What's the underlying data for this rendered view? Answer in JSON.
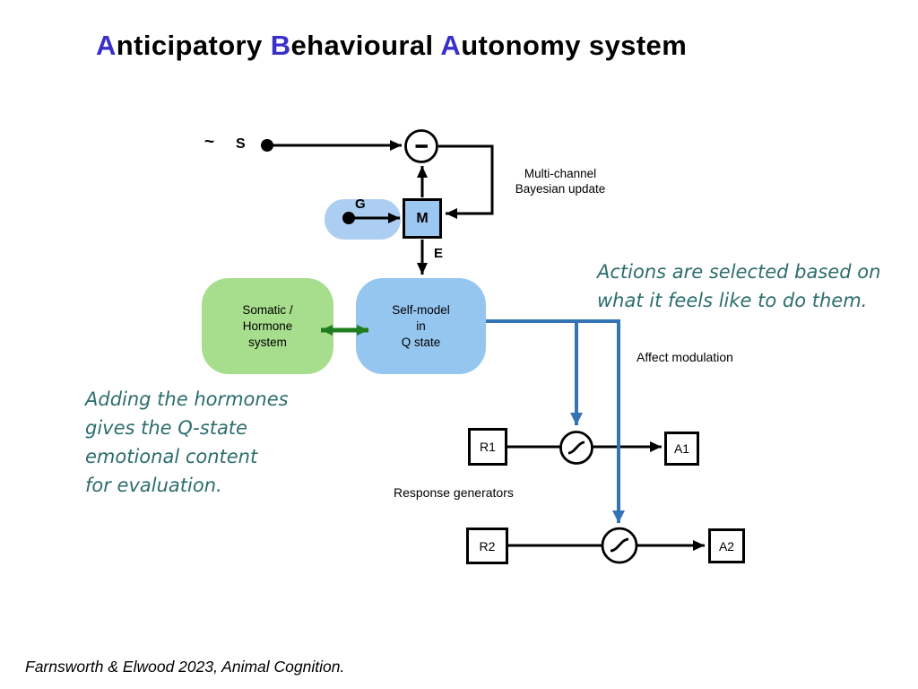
{
  "title": {
    "segments": [
      {
        "text": "A"
      },
      {
        "text": "nticipatory "
      },
      {
        "text": "B"
      },
      {
        "text": "ehavioural "
      },
      {
        "text": "A"
      },
      {
        "text": "utonomy system"
      }
    ]
  },
  "diagram": {
    "tilde_label": "~",
    "stimulus_label": "S",
    "comparator_symbol": "-",
    "bayesian_label_lines": [
      "Multi-channel",
      "Bayesian update"
    ],
    "goal_label": "G",
    "model_label": "M",
    "error_label": "E",
    "somatic_box_lines": [
      "Somatic /",
      "Hormone",
      "system"
    ],
    "self_model_box_lines": [
      "Self-model",
      "in",
      "Q state"
    ],
    "affect_modulation_label": "Affect modulation",
    "response_generators_label": "Response generators",
    "r1_label": "R1",
    "a1_label": "A1",
    "r2_label": "R2",
    "a2_label": "A2"
  },
  "annotations": {
    "actions_note_lines": [
      "Actions are selected based on",
      "what it feels like to do them."
    ],
    "hormones_note_lines": [
      "Adding the hormones",
      "gives the Q-state",
      "emotional content",
      "for evaluation."
    ]
  },
  "footer": {
    "citation": "Farnsworth & Elwood 2023, Animal Cognition."
  },
  "colors": {
    "title_accent": "#3a2fc9",
    "box_blue": "#9cc7f0",
    "box_green": "#a7de8d",
    "arrow_green": "#1f7c1f",
    "line_blue": "#3474b4",
    "note_teal": "#2d6d6d"
  }
}
